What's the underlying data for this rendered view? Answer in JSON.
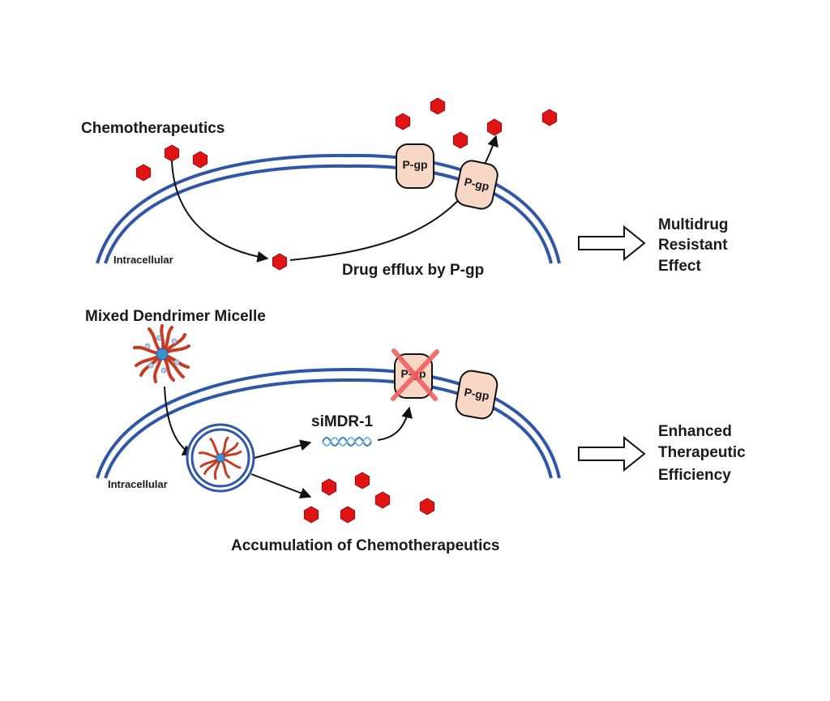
{
  "top_panel": {
    "drug_label": "Chemotherapeutics",
    "intracellular_label": "Intracellular",
    "efflux_label": "Drug efflux by P-gp",
    "pgp_labels": [
      "P-gp",
      "P-gp"
    ],
    "outcome_lines": [
      "Multidrug",
      "Resistant",
      "Effect"
    ]
  },
  "bottom_panel": {
    "micelle_label": "Mixed Dendrimer Micelle",
    "intracellular_label": "Intracellular",
    "sirna_label": "siMDR-1",
    "accumulation_label": "Accumulation of Chemotherapeutics",
    "pgp_labels": [
      "P-gp",
      "P-gp"
    ],
    "outcome_lines": [
      "Enhanced",
      "Therapeutic",
      "Efficiency"
    ]
  },
  "colors": {
    "membrane": "#2f56a8",
    "drug": "#e01414",
    "pgp_fill": "#f7d8c6",
    "blocked_cross": "#f06060",
    "micelle_arms": "#c93a22",
    "micelle_core": "#3b8fd0",
    "sirna": "#3a7fc0",
    "stroke": "#111111"
  },
  "icons": [
    "drug-hexagon-icon",
    "p-gp-pump-icon",
    "block-cross-icon",
    "micelle-icon",
    "endosome-icon",
    "sirna-helix-icon",
    "hollow-arrow-icon"
  ]
}
